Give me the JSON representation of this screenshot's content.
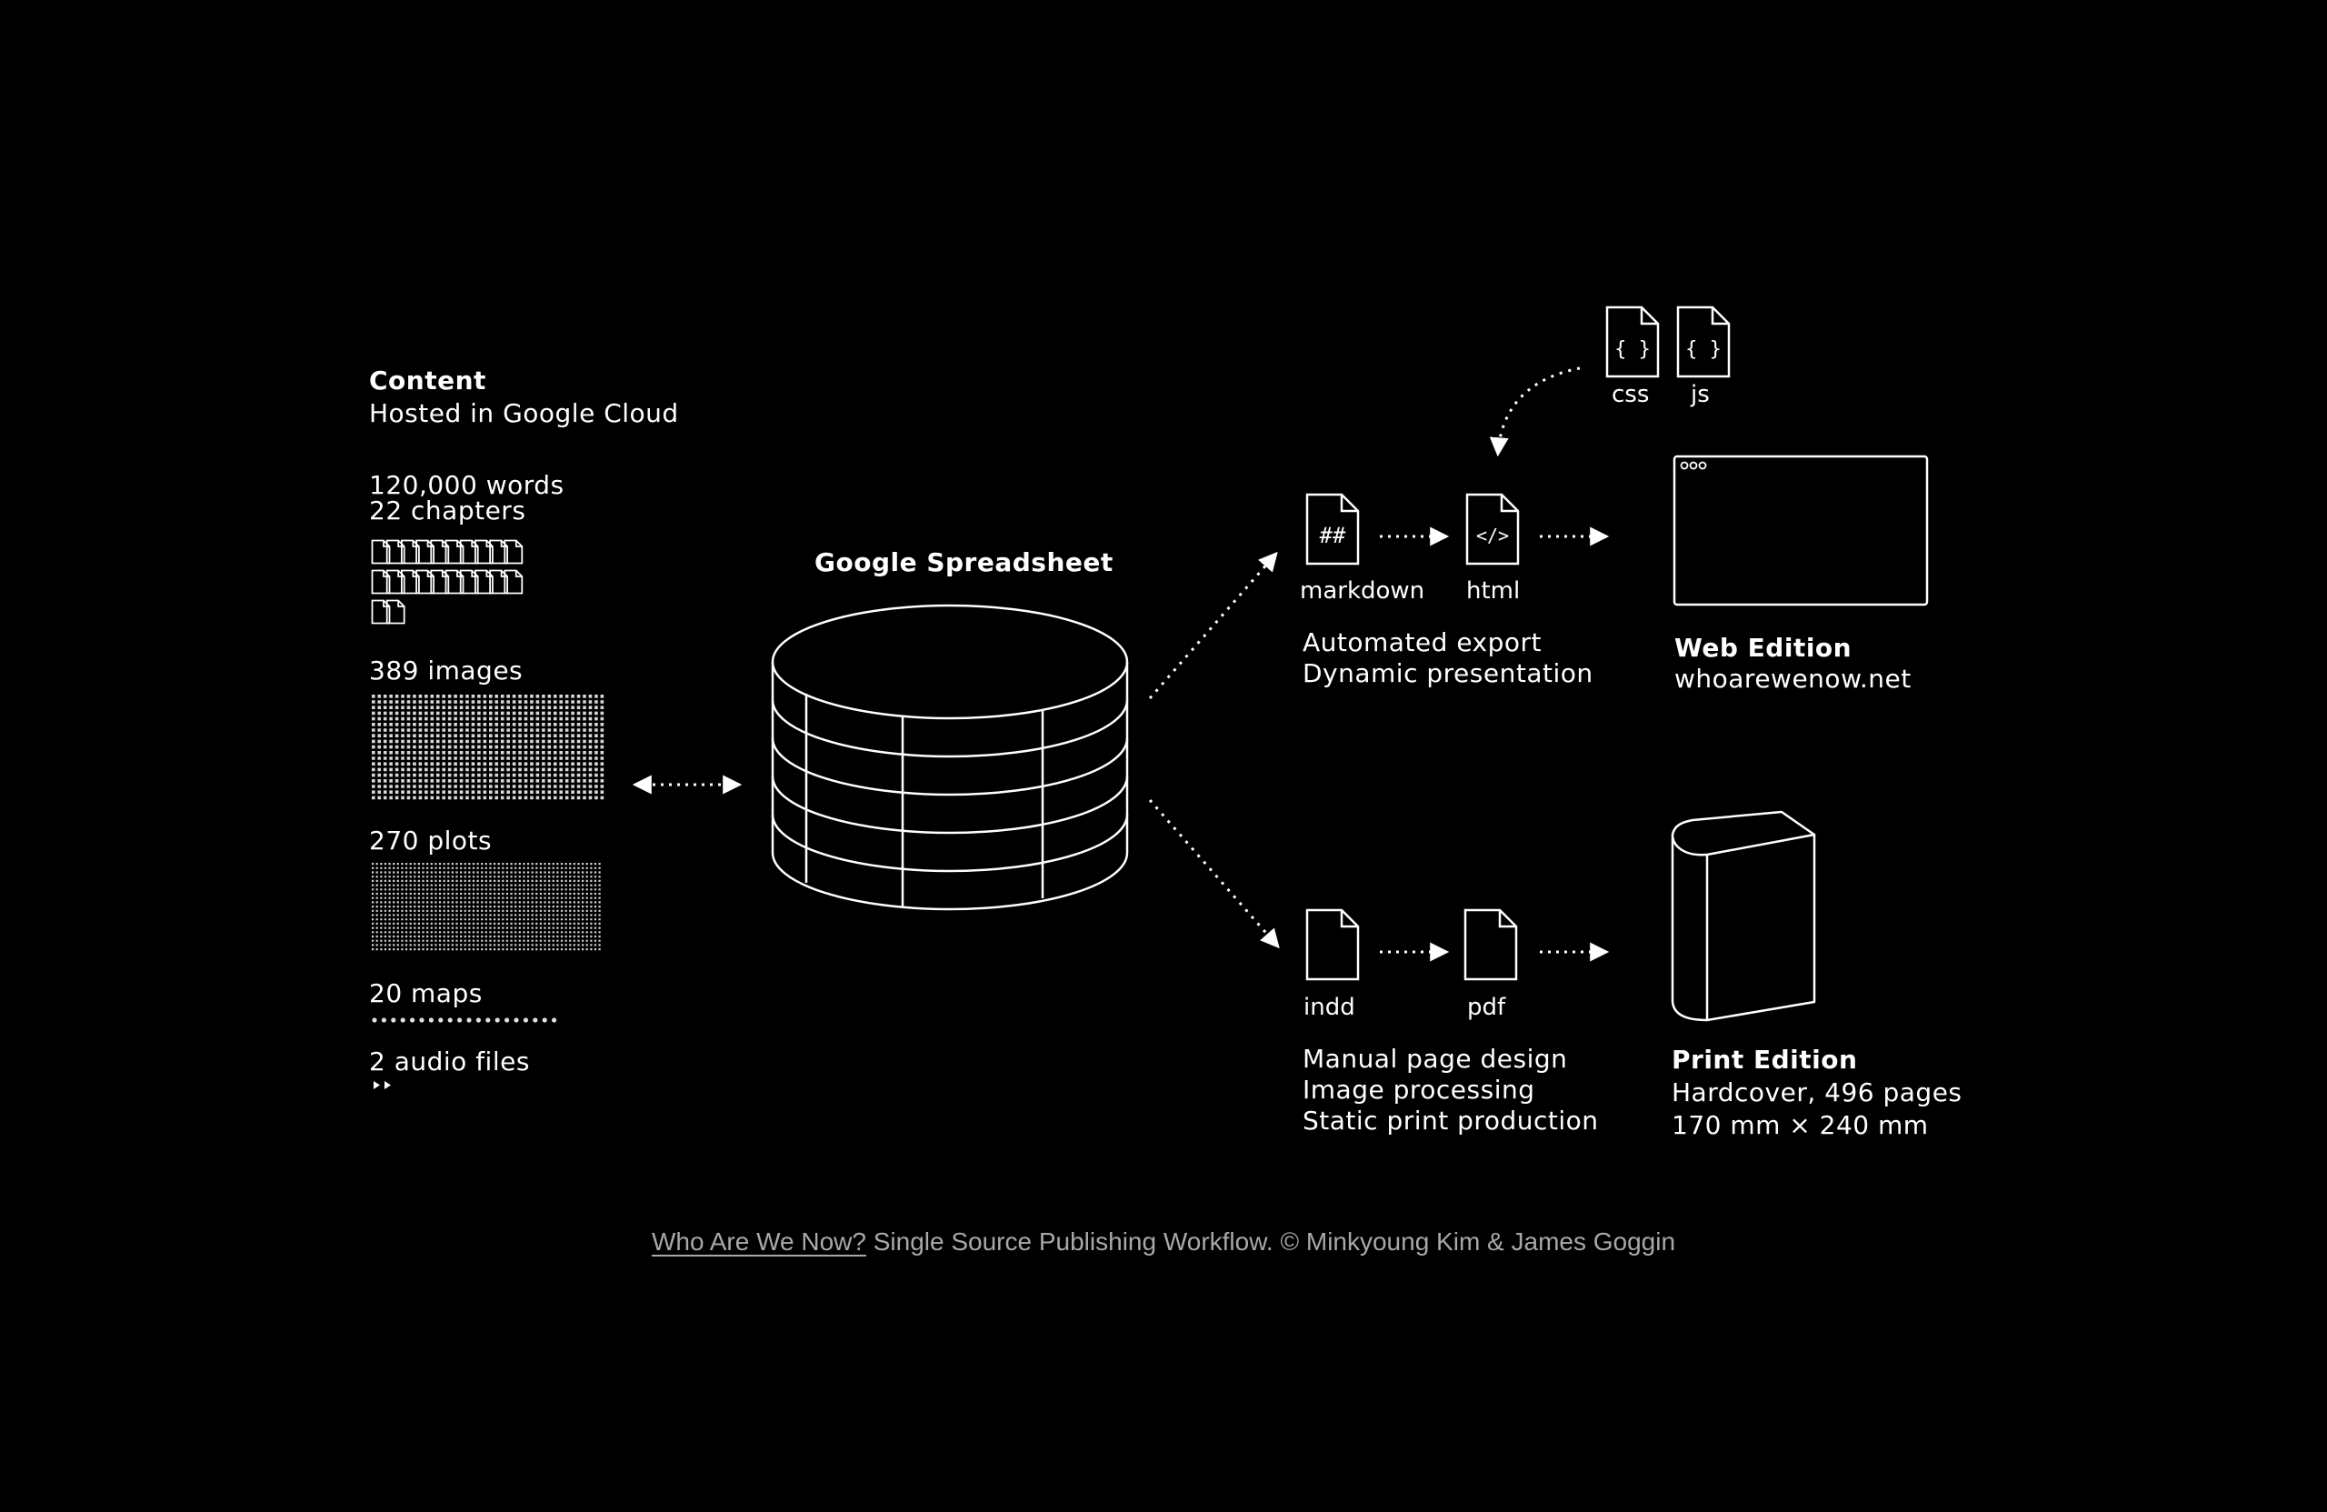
{
  "content": {
    "heading": "Content",
    "subheading": "Hosted in Google Cloud",
    "words": "120,000 words",
    "chapters": "22 chapters",
    "chapter_count": 22,
    "images": "389 images",
    "plots": "270 plots",
    "maps": "20 maps",
    "map_count": 20,
    "audio": "2 audio files",
    "audio_count": 2
  },
  "database": {
    "title": "Google Spreadsheet"
  },
  "web_pipeline": {
    "markdown_label": "markdown",
    "markdown_glyph": "##",
    "html_label": "html",
    "html_glyph": "</>",
    "css_label": "css",
    "js_label": "js",
    "code_glyph": "{ }",
    "note_1": "Automated export",
    "note_2": "Dynamic presentation"
  },
  "web_edition": {
    "title": "Web Edition",
    "url": "whoarewenow.net"
  },
  "print_pipeline": {
    "indd_label": "indd",
    "pdf_label": "pdf",
    "note_1": "Manual page design",
    "note_2": "Image processing",
    "note_3": "Static print production"
  },
  "print_edition": {
    "title": "Print Edition",
    "format": "Hardcover, 496 pages",
    "size": "170 mm × 240 mm"
  },
  "caption": {
    "link_text": "Who Are We Now?",
    "rest": " Single Source Publishing Workflow. © Minkyoung Kim & James Goggin"
  },
  "colors": {
    "background": "#000000",
    "foreground": "#ffffff",
    "caption": "#a8a8a8"
  }
}
